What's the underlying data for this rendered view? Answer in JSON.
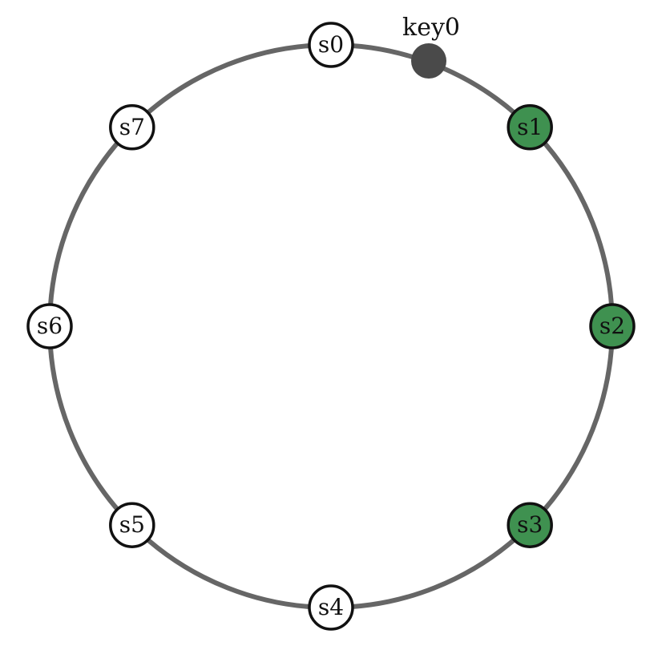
{
  "colors": {
    "ring": "#666666",
    "node_fill_default": "#ffffff",
    "node_fill_replica": "#3f9150",
    "node_stroke": "#111111",
    "key_fill": "#4a4a4a"
  },
  "key": {
    "label": "key0"
  },
  "servers": [
    {
      "label": "s0",
      "replica": false
    },
    {
      "label": "s1",
      "replica": true
    },
    {
      "label": "s2",
      "replica": true
    },
    {
      "label": "s3",
      "replica": true
    },
    {
      "label": "s4",
      "replica": false
    },
    {
      "label": "s5",
      "replica": false
    },
    {
      "label": "s6",
      "replica": false
    },
    {
      "label": "s7",
      "replica": false
    }
  ]
}
